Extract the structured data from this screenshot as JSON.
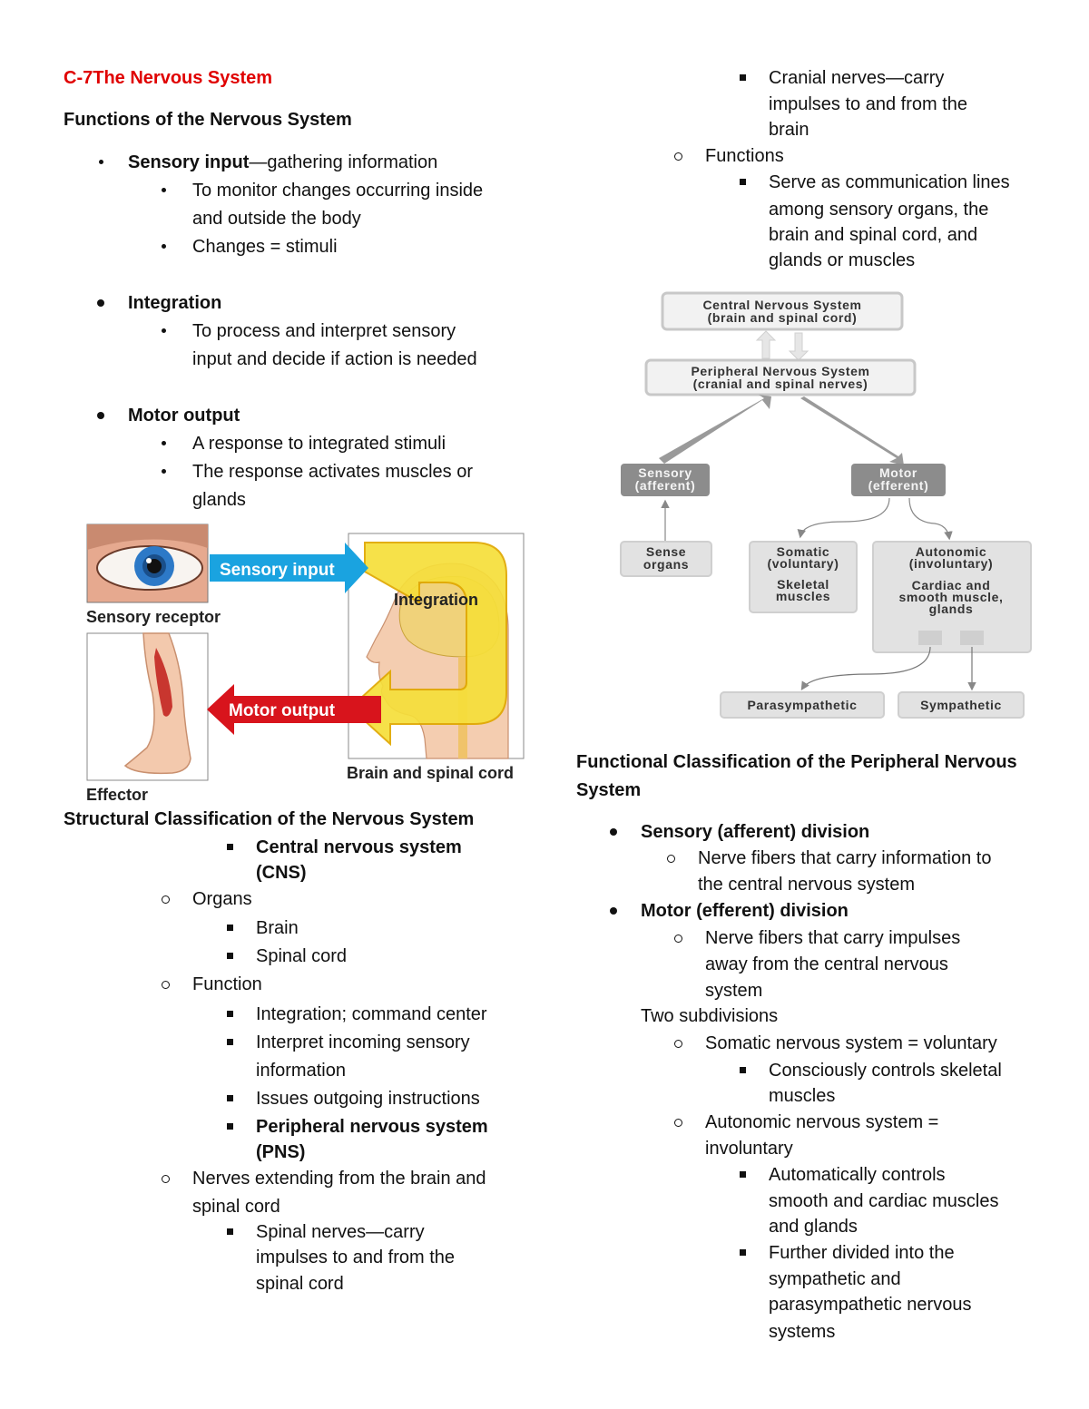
{
  "title": "C-7The Nervous System",
  "functions": {
    "heading": "Functions of the Nervous System",
    "sensory_label": "Sensory input",
    "sensory_rest": "—gathering information",
    "sensory_sub": [
      "To monitor changes occurring inside",
      "and outside the body",
      "Changes = stimuli"
    ],
    "integration_label": "Integration",
    "integration_sub": [
      "To process and interpret sensory",
      "input and decide if action is needed"
    ],
    "motor_label": "Motor output",
    "motor_sub": [
      "A response to integrated stimuli",
      "The response activates muscles or",
      "glands"
    ]
  },
  "figure1": {
    "sensory_input": "Sensory input",
    "integration": "Integration",
    "motor_output": "Motor output",
    "sensory_receptor": "Sensory receptor",
    "effector": "Effector",
    "brain_spinal": "Brain and spinal cord"
  },
  "structural": {
    "heading": "Structural Classification of the Nervous System",
    "cns": [
      "Central nervous system",
      "(CNS)"
    ],
    "organs": "Organs",
    "brain": "Brain",
    "spinal_cord": "Spinal cord",
    "function": "Function",
    "integration_cmd": "Integration; command center",
    "interpret": [
      "Interpret incoming sensory",
      "information"
    ],
    "issues": "Issues outgoing instructions",
    "pns": [
      "Peripheral nervous system",
      "(PNS)"
    ],
    "nerves_ext": [
      "Nerves extending from the brain and",
      "spinal cord"
    ],
    "spinal_nerves": [
      "Spinal nerves—carry",
      "impulses to and from the",
      "spinal cord"
    ]
  },
  "right_top": {
    "cranial": [
      "Cranial nerves—carry",
      "impulses to and from the",
      "brain"
    ],
    "functions": "Functions",
    "serve": [
      "Serve as communication lines",
      "among sensory organs, the",
      "brain and spinal cord, and",
      "glands or muscles"
    ]
  },
  "flowchart": {
    "cns": [
      "Central Nervous System",
      "(brain and spinal cord)"
    ],
    "pns": [
      "Peripheral Nervous System",
      "(cranial and spinal nerves)"
    ],
    "sensory": [
      "Sensory",
      "(afferent)"
    ],
    "motor": [
      "Motor",
      "(efferent)"
    ],
    "sense_organs": [
      "Sense",
      "organs"
    ],
    "somatic": [
      "Somatic",
      "(voluntary)",
      "Skeletal",
      "muscles"
    ],
    "autonomic": [
      "Autonomic",
      "(involuntary)",
      "Cardiac and",
      "smooth muscle,",
      "glands"
    ],
    "parasympathetic": "Parasympathetic",
    "sympathetic": "Sympathetic"
  },
  "functional": {
    "heading": [
      "Functional Classification of the Peripheral Nervous",
      "System"
    ],
    "sensory_div": "Sensory (afferent) division",
    "sensory_desc": [
      "Nerve fibers that carry information to",
      "the central nervous system"
    ],
    "motor_div": "Motor (efferent) division",
    "motor_desc": [
      "Nerve fibers that carry impulses",
      "away from the central nervous",
      "system"
    ],
    "two_sub": "Two subdivisions",
    "somatic": "Somatic nervous system = voluntary",
    "somatic_desc": [
      "Consciously controls skeletal",
      "muscles"
    ],
    "autonomic": [
      "Autonomic nervous system =",
      "involuntary"
    ],
    "auto_desc": [
      "Automatically controls",
      "smooth and cardiac muscles",
      "and glands"
    ],
    "further": [
      "Further divided into the",
      "sympathetic and",
      "parasympathetic nervous",
      "systems"
    ]
  }
}
